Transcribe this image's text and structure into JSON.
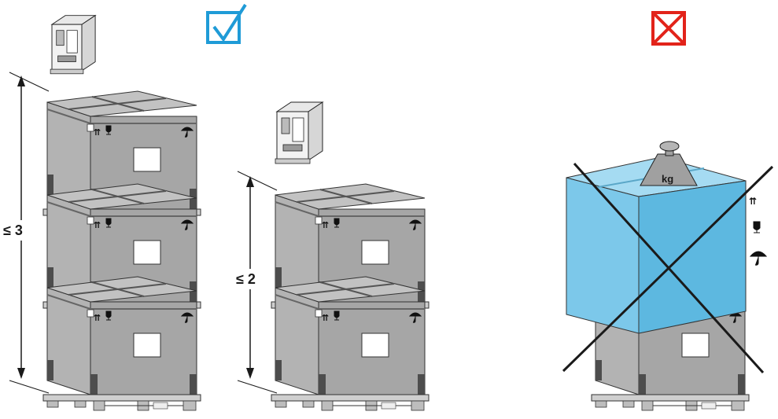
{
  "colors": {
    "box_side": "#b3b3b3",
    "box_front": "#a6a6a6",
    "box_top": "#c2c2c2",
    "corner_dark": "#4d4d4d",
    "label_white": "#ffffff",
    "check": "#1f9bd7",
    "cross": "#e2231a",
    "blue_box": "#7cc8ea",
    "blue_top": "#a5dbf2",
    "blue_side": "#5db8e0",
    "weight": "#a0a0a0",
    "line": "#1a1a1a"
  },
  "icons": {
    "ok": "checkbox-checked-icon",
    "not_ok": "checkbox-crossed-icon",
    "umbrella": "keep-dry-icon",
    "this_way_up": "this-way-up-icon",
    "fragile": "fragile-glass-icon",
    "weight": "weight-icon",
    "breaker": "circuit-breaker-icon"
  },
  "stack_left": {
    "limit_label": "≤ 3",
    "boxes": 3
  },
  "stack_middle": {
    "limit_label": "≤ 2",
    "boxes": 2
  },
  "forbidden": {
    "weight_label": "kg"
  }
}
